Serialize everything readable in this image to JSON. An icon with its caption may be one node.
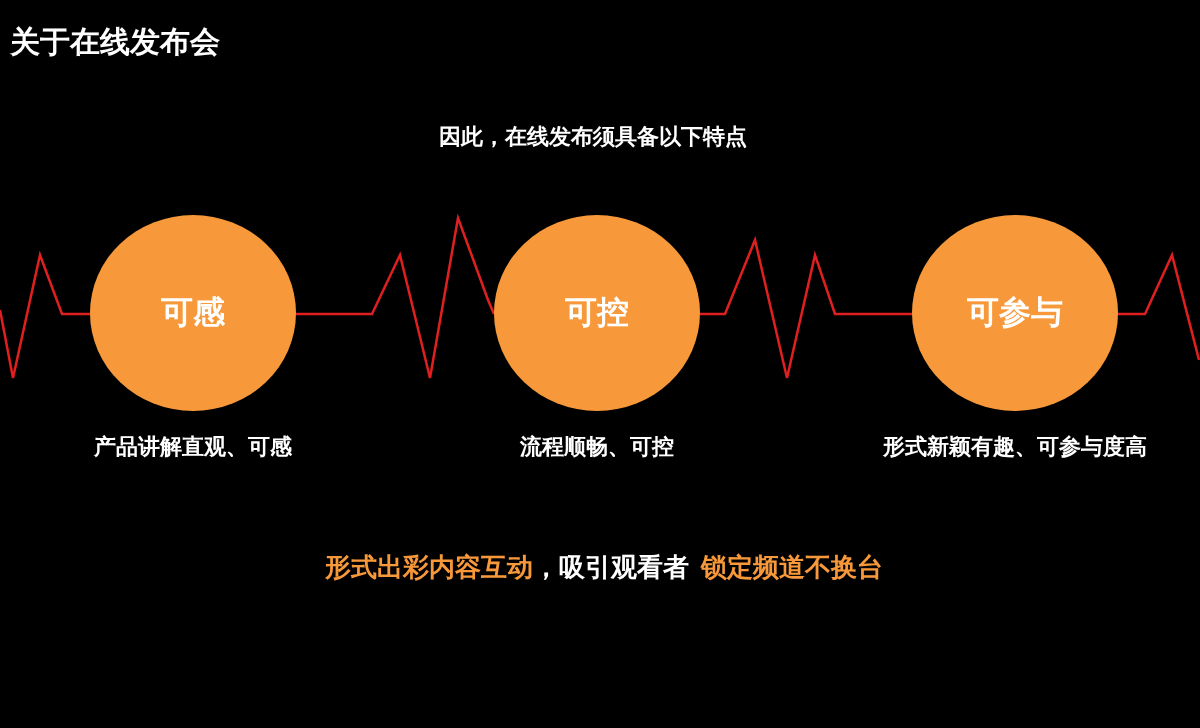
{
  "diagram": {
    "title": "关于在线发布会",
    "nodes": [
      {
        "text": [
          "可感"
        ],
        "beside": [
          "产品讲解直观、可感"
        ]
      },
      {
        "text": [
          "可控"
        ],
        "beside": [
          "流程顺畅、可控"
        ]
      },
      {
        "text": [
          "可参与"
        ],
        "beside": [
          "形式新颖有趣、可参与度高"
        ]
      }
    ],
    "edges": [
      {
        "from": 0,
        "to": 1,
        "arrow": "none"
      },
      {
        "from": 1,
        "to": 2,
        "arrow": "none"
      }
    ],
    "labels": [
      "因此，在线发布须具备以下特点",
      "形式出彩内容互动",
      "，吸引观看者",
      "锁定频道不换台"
    ]
  }
}
